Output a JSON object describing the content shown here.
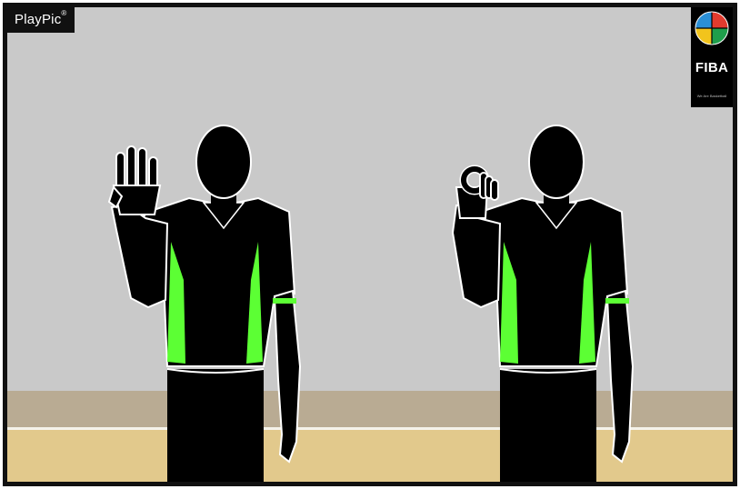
{
  "badge": {
    "text": "PlayPic",
    "mark": "®"
  },
  "logo": {
    "text": "FIBA",
    "tagline": "We Are Basketball"
  },
  "figures": [
    {
      "name": "referee-left",
      "gesture": "four-fingers-raised"
    },
    {
      "name": "referee-right",
      "gesture": "ok-hand-sign"
    }
  ],
  "colors": {
    "wall": "#c9c9c9",
    "floor": "#e2c98c",
    "baseboard": "#b9ab93",
    "accent": "#5cff34",
    "silhouette": "#000000",
    "outline": "#ffffff"
  }
}
